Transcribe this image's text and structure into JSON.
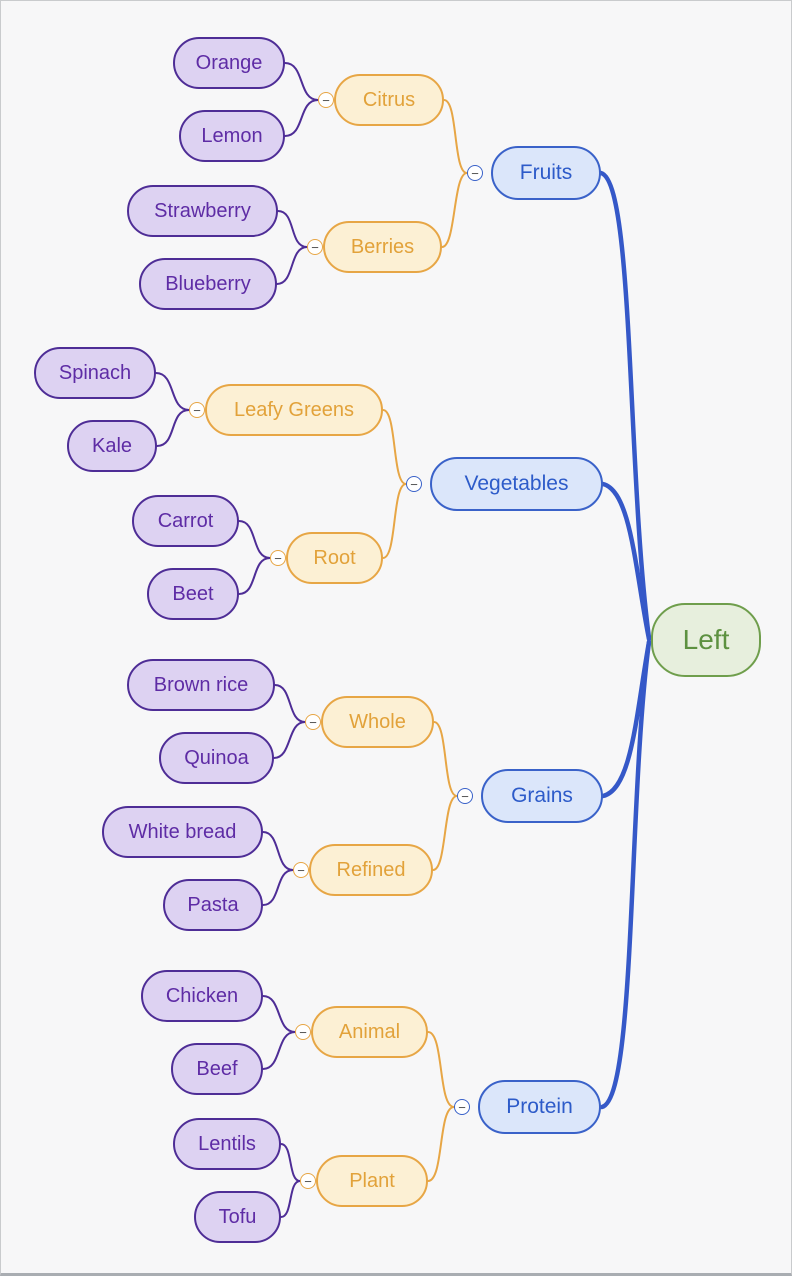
{
  "diagram": {
    "type": "mindmap",
    "orientation": "right-to-left",
    "root": {
      "label": "Left"
    },
    "branches": [
      {
        "label": "Fruits",
        "children": [
          {
            "label": "Citrus",
            "children": [
              {
                "label": "Orange"
              },
              {
                "label": "Lemon"
              }
            ]
          },
          {
            "label": "Berries",
            "children": [
              {
                "label": "Strawberry"
              },
              {
                "label": "Blueberry"
              }
            ]
          }
        ]
      },
      {
        "label": "Vegetables",
        "children": [
          {
            "label": "Leafy Greens",
            "children": [
              {
                "label": "Spinach"
              },
              {
                "label": "Kale"
              }
            ]
          },
          {
            "label": "Root",
            "children": [
              {
                "label": "Carrot"
              },
              {
                "label": "Beet"
              }
            ]
          }
        ]
      },
      {
        "label": "Grains",
        "children": [
          {
            "label": "Whole",
            "children": [
              {
                "label": "Brown rice"
              },
              {
                "label": "Quinoa"
              }
            ]
          },
          {
            "label": "Refined",
            "children": [
              {
                "label": "White bread"
              },
              {
                "label": "Pasta"
              }
            ]
          }
        ]
      },
      {
        "label": "Protein",
        "children": [
          {
            "label": "Animal",
            "children": [
              {
                "label": "Chicken"
              },
              {
                "label": "Beef"
              }
            ]
          },
          {
            "label": "Plant",
            "children": [
              {
                "label": "Lentils"
              },
              {
                "label": "Tofu"
              }
            ]
          }
        ]
      }
    ]
  },
  "icons": {
    "collapse_glyph": "−"
  },
  "colors": {
    "background": "#f7f7f8",
    "frame_border": "#c9cbcd",
    "root_fill": "#e7efdd",
    "root_border": "#6f9e4c",
    "root_text": "#5d9140",
    "level1_fill": "#dbe6fa",
    "level1_border": "#3a62c9",
    "level1_text": "#2d5bc9",
    "level2_fill": "#fcf0d4",
    "level2_border": "#e7a645",
    "level2_text": "#e2a23a",
    "level3_fill": "#ddd2f2",
    "level3_border": "#4e2d96",
    "level3_text": "#5e2ca5",
    "edge_blue": "#3558c8",
    "edge_orange": "#e7a645",
    "edge_purple": "#4e2d96"
  }
}
